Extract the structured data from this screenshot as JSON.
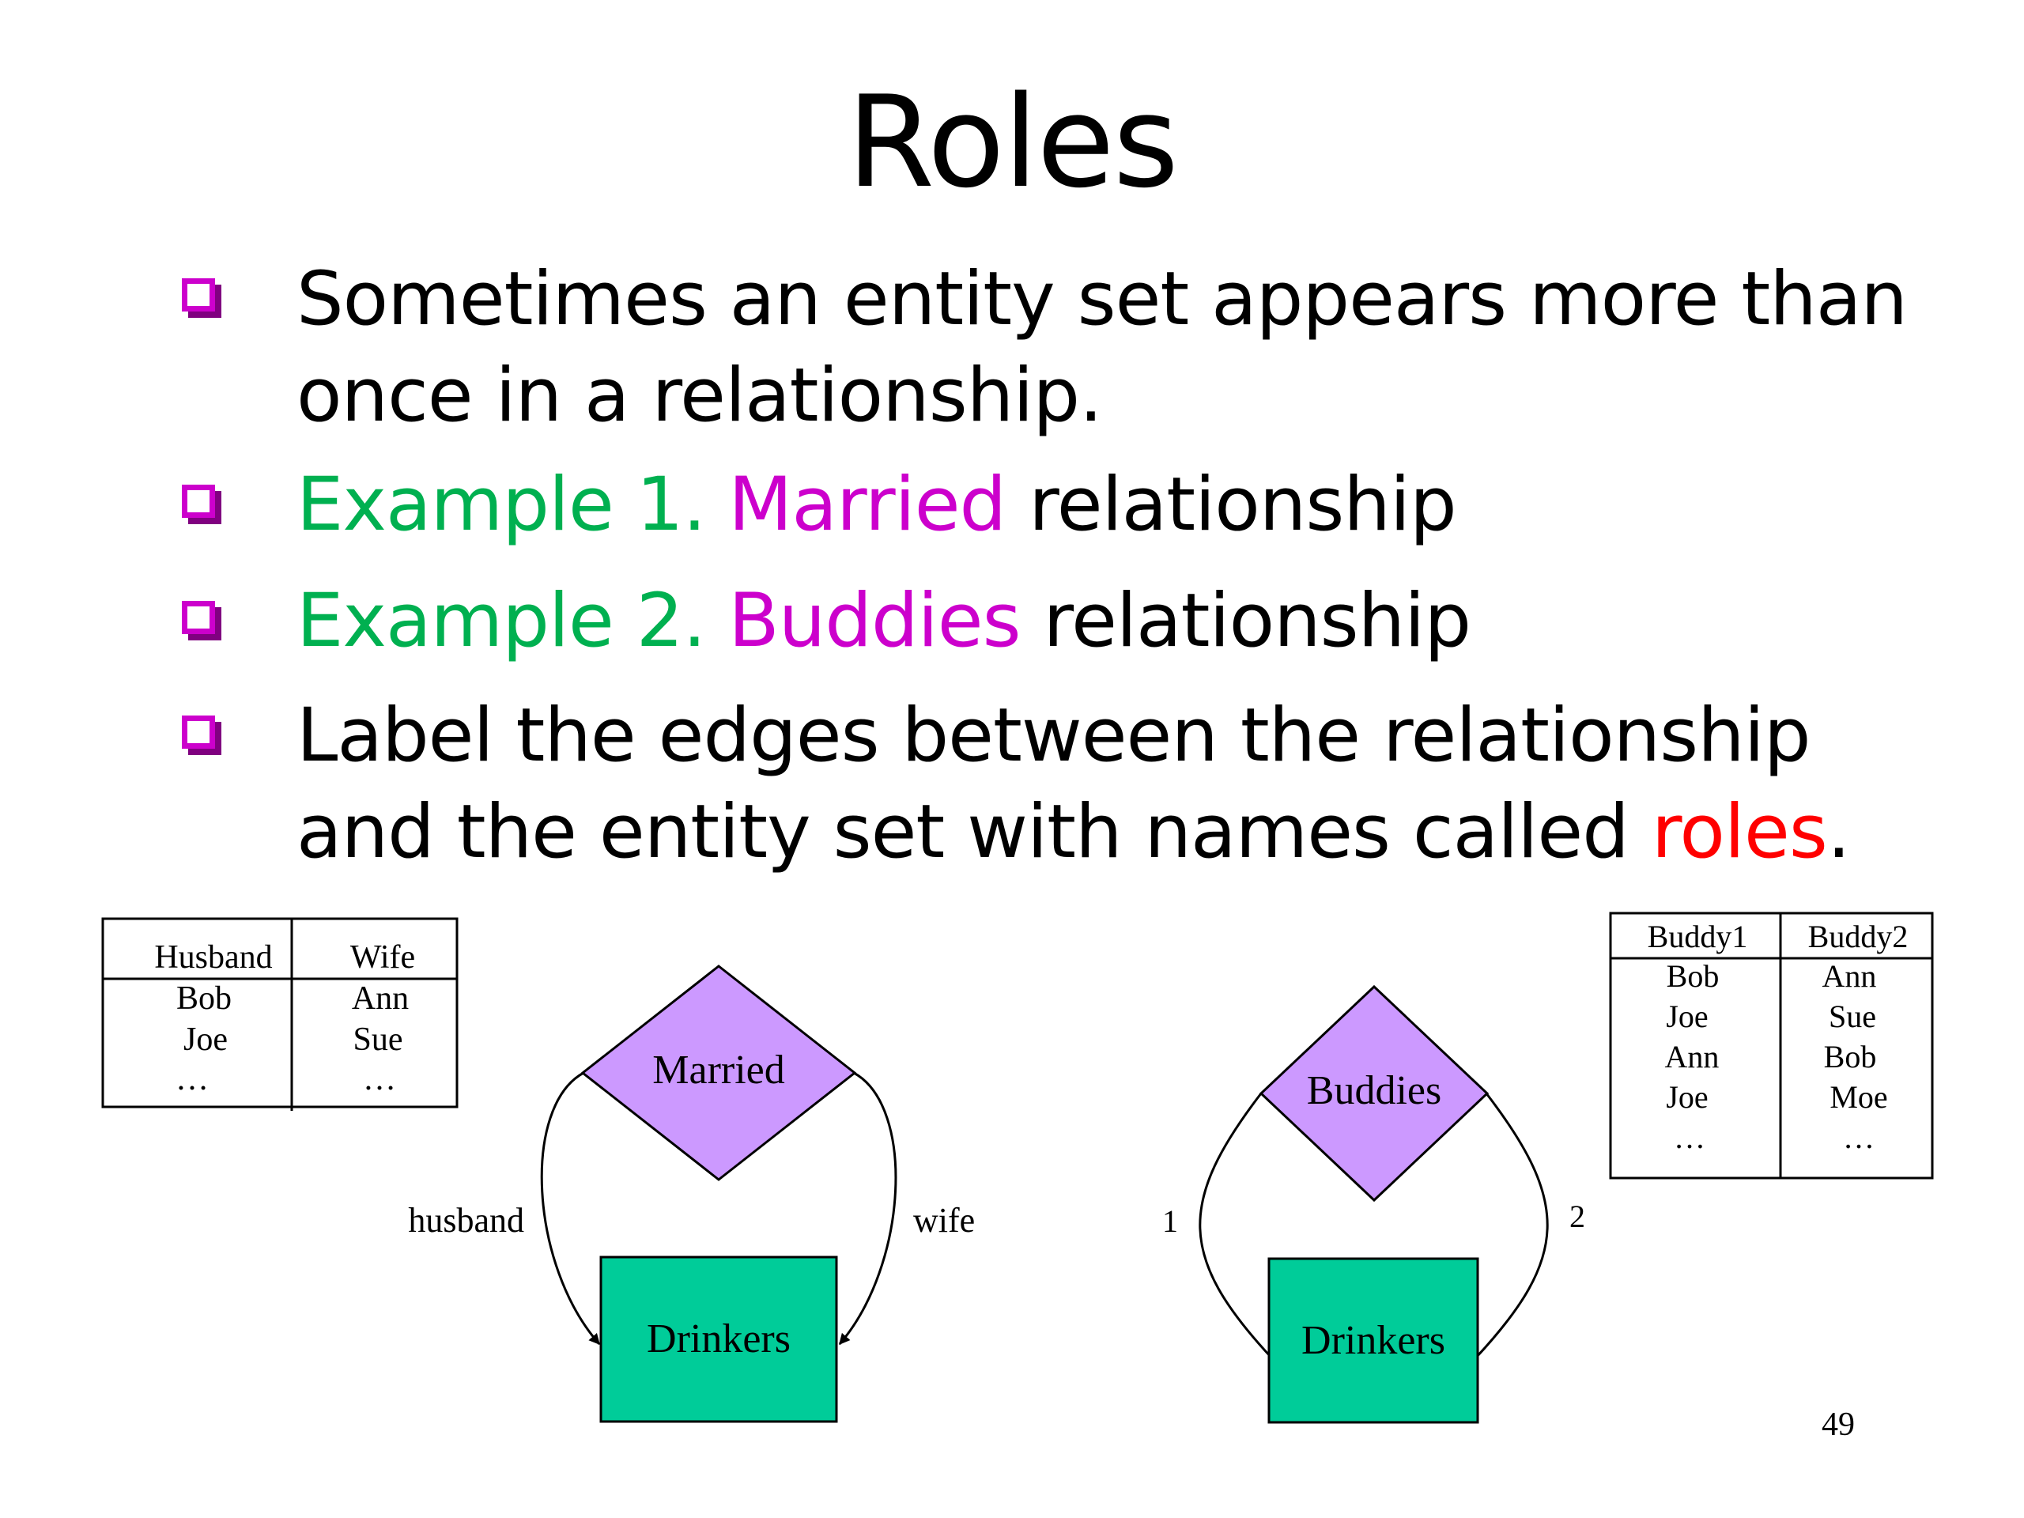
{
  "slide": {
    "title": "Roles",
    "bullets": [
      {
        "line1": "Sometimes an entity set appears more than",
        "line2": "once in a relationship."
      },
      {
        "prefix": "Example 1.",
        "keyword": "Married",
        "suffix": "relationship"
      },
      {
        "prefix": "Example 2.",
        "keyword": "Buddies",
        "suffix": "relationship"
      },
      {
        "line1": "Label the edges between the relationship",
        "line2_pre": "and the entity set with names called",
        "line2_emph": "roles",
        "line2_post": "."
      }
    ],
    "page_number": "49"
  },
  "colors": {
    "bullet": "#cc00cc",
    "example": "#00b050",
    "keyword": "#cc00cc",
    "emphasis": "#ff0000",
    "relationship_fill": "#cc99ff",
    "entity_fill": "#00cc99"
  },
  "married_table": {
    "headers": [
      "Husband",
      "Wife"
    ],
    "rows": [
      [
        "Bob",
        "Ann"
      ],
      [
        "Joe",
        "Sue"
      ],
      [
        "…",
        "…"
      ]
    ]
  },
  "buddies_table": {
    "headers": [
      "Buddy1",
      "Buddy2"
    ],
    "rows": [
      [
        "Bob",
        "Ann"
      ],
      [
        "Joe",
        "Sue"
      ],
      [
        "Ann",
        "Bob"
      ],
      [
        "Joe",
        "Moe"
      ],
      [
        "…",
        "…"
      ]
    ]
  },
  "married_diagram": {
    "relationship": "Married",
    "entity": "Drinkers",
    "left_role": "husband",
    "right_role": "wife"
  },
  "buddies_diagram": {
    "relationship": "Buddies",
    "entity": "Drinkers",
    "left_role": "1",
    "right_role": "2"
  }
}
